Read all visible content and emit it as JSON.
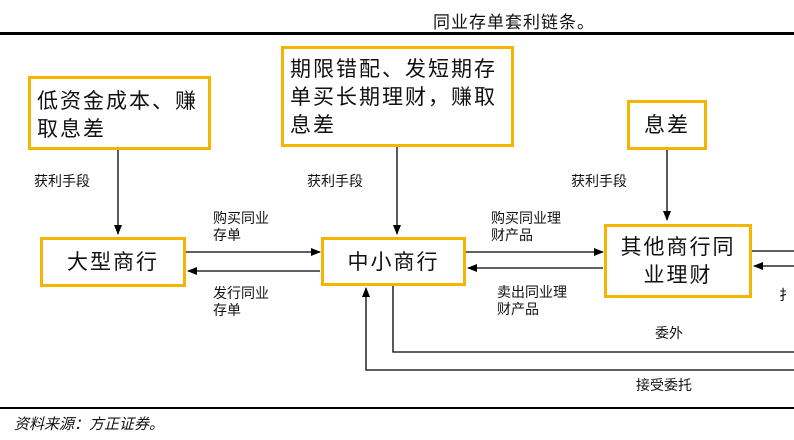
{
  "title": "同业存单套利链条。",
  "source": "资料来源：方正证券。",
  "boxes": {
    "low_cost": "低资金成本、赚取息差",
    "mismatch": "期限错配、发短期存单买长期理财，赚取息差",
    "spread": "息差",
    "large_bank": "大型商行",
    "small_bank": "中小商行",
    "other_bank": "其他商行同业理财"
  },
  "labels": {
    "profit1": "获利手段",
    "profit2": "获利手段",
    "profit3": "获利手段",
    "buy_cd": "购买同业存单",
    "issue_cd": "发行同业存单",
    "buy_wm": "购买同业理财产品",
    "sell_wm": "卖出同业理财产品",
    "entrust_out": "委外",
    "entrust_in": "接受委托",
    "edge_cut": "扌"
  },
  "colors": {
    "box_border": "#f5b400",
    "line": "#000000"
  }
}
